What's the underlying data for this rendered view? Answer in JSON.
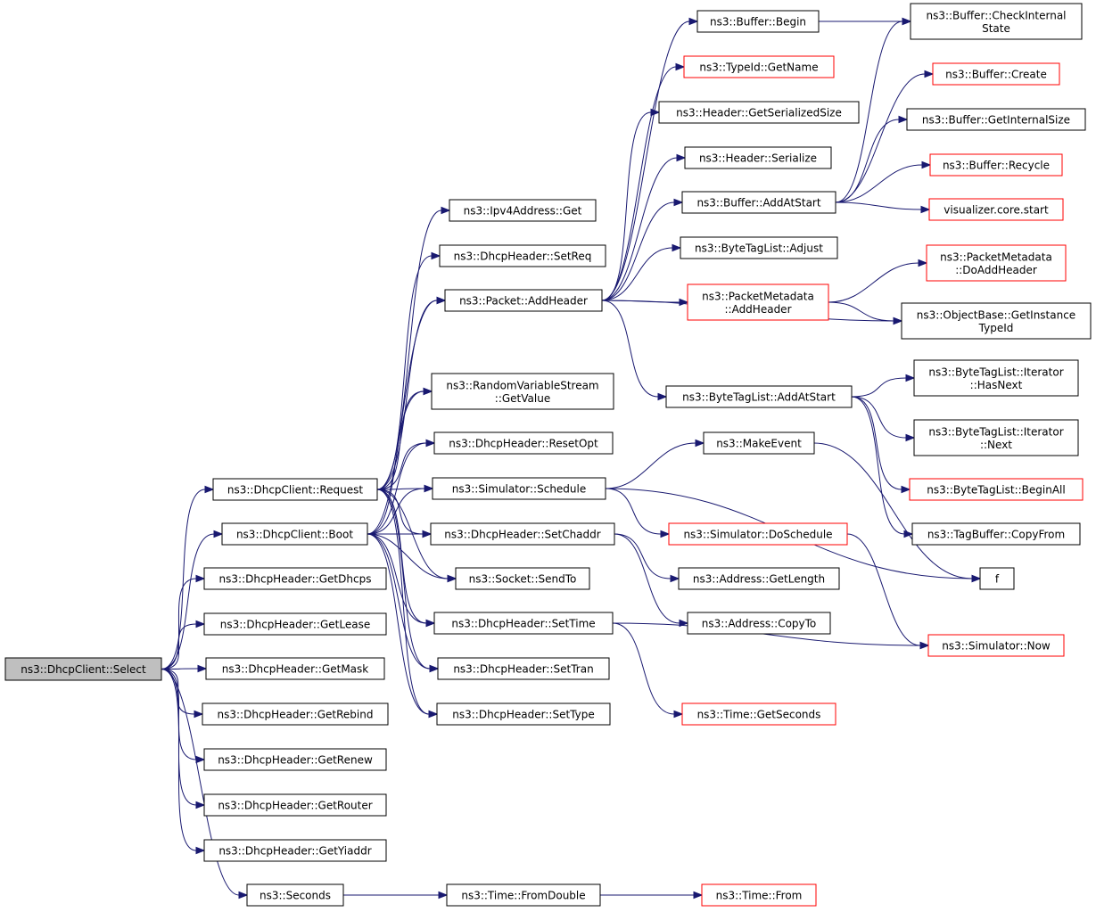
{
  "colors": {
    "edge": "#191970",
    "node_border": "#000000",
    "node_border_undocumented": "#ff0000",
    "root_fill": "#bfbfbf",
    "node_fill": "#ffffff"
  },
  "nodes": [
    {
      "id": "select",
      "label": [
        "ns3::DhcpClient::Select"
      ],
      "kind": "root"
    },
    {
      "id": "request",
      "label": [
        "ns3::DhcpClient::Request"
      ],
      "kind": "normal"
    },
    {
      "id": "boot",
      "label": [
        "ns3::DhcpClient::Boot"
      ],
      "kind": "normal"
    },
    {
      "id": "getdhcps",
      "label": [
        "ns3::DhcpHeader::GetDhcps"
      ],
      "kind": "normal"
    },
    {
      "id": "getlease",
      "label": [
        "ns3::DhcpHeader::GetLease"
      ],
      "kind": "normal"
    },
    {
      "id": "getmask",
      "label": [
        "ns3::DhcpHeader::GetMask"
      ],
      "kind": "normal"
    },
    {
      "id": "getrebind",
      "label": [
        "ns3::DhcpHeader::GetRebind"
      ],
      "kind": "normal"
    },
    {
      "id": "getrenew",
      "label": [
        "ns3::DhcpHeader::GetRenew"
      ],
      "kind": "normal"
    },
    {
      "id": "getrouter",
      "label": [
        "ns3::DhcpHeader::GetRouter"
      ],
      "kind": "normal"
    },
    {
      "id": "getyiaddr",
      "label": [
        "ns3::DhcpHeader::GetYiaddr"
      ],
      "kind": "normal"
    },
    {
      "id": "seconds",
      "label": [
        "ns3::Seconds"
      ],
      "kind": "normal"
    },
    {
      "id": "ipv4get",
      "label": [
        "ns3::Ipv4Address::Get"
      ],
      "kind": "normal"
    },
    {
      "id": "setreq",
      "label": [
        "ns3::DhcpHeader::SetReq"
      ],
      "kind": "normal"
    },
    {
      "id": "addheader",
      "label": [
        "ns3::Packet::AddHeader"
      ],
      "kind": "normal"
    },
    {
      "id": "rvsgetvalue",
      "label": [
        "ns3::RandomVariableStream",
        "::GetValue"
      ],
      "kind": "normal"
    },
    {
      "id": "resetopt",
      "label": [
        "ns3::DhcpHeader::ResetOpt"
      ],
      "kind": "normal"
    },
    {
      "id": "schedule",
      "label": [
        "ns3::Simulator::Schedule"
      ],
      "kind": "normal"
    },
    {
      "id": "setchaddr",
      "label": [
        "ns3::DhcpHeader::SetChaddr"
      ],
      "kind": "normal"
    },
    {
      "id": "sendto",
      "label": [
        "ns3::Socket::SendTo"
      ],
      "kind": "normal"
    },
    {
      "id": "settime",
      "label": [
        "ns3::DhcpHeader::SetTime"
      ],
      "kind": "normal"
    },
    {
      "id": "settran",
      "label": [
        "ns3::DhcpHeader::SetTran"
      ],
      "kind": "normal"
    },
    {
      "id": "settype",
      "label": [
        "ns3::DhcpHeader::SetType"
      ],
      "kind": "normal"
    },
    {
      "id": "fromdouble",
      "label": [
        "ns3::Time::FromDouble"
      ],
      "kind": "normal"
    },
    {
      "id": "bufbegin",
      "label": [
        "ns3::Buffer::Begin"
      ],
      "kind": "normal"
    },
    {
      "id": "typeidgetname",
      "label": [
        "ns3::TypeId::GetName"
      ],
      "kind": "undocumented"
    },
    {
      "id": "hdrgetsersize",
      "label": [
        "ns3::Header::GetSerializedSize"
      ],
      "kind": "normal"
    },
    {
      "id": "hdrserialize",
      "label": [
        "ns3::Header::Serialize"
      ],
      "kind": "normal"
    },
    {
      "id": "bufaddatstart",
      "label": [
        "ns3::Buffer::AddAtStart"
      ],
      "kind": "normal"
    },
    {
      "id": "btladjust",
      "label": [
        "ns3::ByteTagList::Adjust"
      ],
      "kind": "normal"
    },
    {
      "id": "pmaddheader",
      "label": [
        "ns3::PacketMetadata",
        "::AddHeader"
      ],
      "kind": "undocumented"
    },
    {
      "id": "btladdatstart",
      "label": [
        "ns3::ByteTagList::AddAtStart"
      ],
      "kind": "normal"
    },
    {
      "id": "makeevent",
      "label": [
        "ns3::MakeEvent"
      ],
      "kind": "normal"
    },
    {
      "id": "doschedule",
      "label": [
        "ns3::Simulator::DoSchedule"
      ],
      "kind": "undocumented"
    },
    {
      "id": "addrgetlength",
      "label": [
        "ns3::Address::GetLength"
      ],
      "kind": "normal"
    },
    {
      "id": "addrcopyto",
      "label": [
        "ns3::Address::CopyTo"
      ],
      "kind": "normal"
    },
    {
      "id": "timegetseconds",
      "label": [
        "ns3::Time::GetSeconds"
      ],
      "kind": "undocumented"
    },
    {
      "id": "timefrom",
      "label": [
        "ns3::Time::From"
      ],
      "kind": "undocumented"
    },
    {
      "id": "bufcheckstate",
      "label": [
        "ns3::Buffer::CheckInternal",
        "State"
      ],
      "kind": "normal"
    },
    {
      "id": "bufcreate",
      "label": [
        "ns3::Buffer::Create"
      ],
      "kind": "undocumented"
    },
    {
      "id": "bufgetintsize",
      "label": [
        "ns3::Buffer::GetInternalSize"
      ],
      "kind": "normal"
    },
    {
      "id": "bufrecycle",
      "label": [
        "ns3::Buffer::Recycle"
      ],
      "kind": "undocumented"
    },
    {
      "id": "vizstart",
      "label": [
        "visualizer.core.start"
      ],
      "kind": "undocumented"
    },
    {
      "id": "pmdoaddheader",
      "label": [
        "ns3::PacketMetadata",
        "::DoAddHeader"
      ],
      "kind": "undocumented"
    },
    {
      "id": "objgettypeid",
      "label": [
        "ns3::ObjectBase::GetInstance",
        "TypeId"
      ],
      "kind": "normal"
    },
    {
      "id": "btlithasnext",
      "label": [
        "ns3::ByteTagList::Iterator",
        "::HasNext"
      ],
      "kind": "normal"
    },
    {
      "id": "btlitnext",
      "label": [
        "ns3::ByteTagList::Iterator",
        "::Next"
      ],
      "kind": "normal"
    },
    {
      "id": "btlbeginall",
      "label": [
        "ns3::ByteTagList::BeginAll"
      ],
      "kind": "undocumented"
    },
    {
      "id": "tagbufcopyfrom",
      "label": [
        "ns3::TagBuffer::CopyFrom"
      ],
      "kind": "normal"
    },
    {
      "id": "f",
      "label": [
        "f"
      ],
      "kind": "normal"
    },
    {
      "id": "simnow",
      "label": [
        "ns3::Simulator::Now"
      ],
      "kind": "undocumented"
    }
  ],
  "edges": [
    [
      "select",
      "request"
    ],
    [
      "select",
      "boot"
    ],
    [
      "select",
      "getdhcps"
    ],
    [
      "select",
      "getlease"
    ],
    [
      "select",
      "getmask"
    ],
    [
      "select",
      "getrebind"
    ],
    [
      "select",
      "getrenew"
    ],
    [
      "select",
      "getrouter"
    ],
    [
      "select",
      "getyiaddr"
    ],
    [
      "select",
      "seconds"
    ],
    [
      "request",
      "ipv4get"
    ],
    [
      "request",
      "setreq"
    ],
    [
      "request",
      "addheader"
    ],
    [
      "request",
      "rvsgetvalue"
    ],
    [
      "request",
      "resetopt"
    ],
    [
      "request",
      "schedule"
    ],
    [
      "request",
      "setchaddr"
    ],
    [
      "request",
      "sendto"
    ],
    [
      "request",
      "settime"
    ],
    [
      "request",
      "settran"
    ],
    [
      "request",
      "settype"
    ],
    [
      "boot",
      "addheader"
    ],
    [
      "boot",
      "rvsgetvalue"
    ],
    [
      "boot",
      "resetopt"
    ],
    [
      "boot",
      "schedule"
    ],
    [
      "boot",
      "setchaddr"
    ],
    [
      "boot",
      "sendto"
    ],
    [
      "boot",
      "settime"
    ],
    [
      "boot",
      "settran"
    ],
    [
      "boot",
      "settype"
    ],
    [
      "seconds",
      "fromdouble"
    ],
    [
      "fromdouble",
      "timefrom"
    ],
    [
      "addheader",
      "bufbegin"
    ],
    [
      "addheader",
      "typeidgetname"
    ],
    [
      "addheader",
      "hdrgetsersize"
    ],
    [
      "addheader",
      "hdrserialize"
    ],
    [
      "addheader",
      "bufaddatstart"
    ],
    [
      "addheader",
      "btladjust"
    ],
    [
      "addheader",
      "pmaddheader"
    ],
    [
      "addheader",
      "objgettypeid"
    ],
    [
      "addheader",
      "btladdatstart"
    ],
    [
      "bufbegin",
      "bufcheckstate"
    ],
    [
      "bufaddatstart",
      "bufcheckstate"
    ],
    [
      "bufaddatstart",
      "bufcreate"
    ],
    [
      "bufaddatstart",
      "bufgetintsize"
    ],
    [
      "bufaddatstart",
      "bufrecycle"
    ],
    [
      "bufaddatstart",
      "vizstart"
    ],
    [
      "pmaddheader",
      "pmdoaddheader"
    ],
    [
      "pmaddheader",
      "objgettypeid"
    ],
    [
      "btladdatstart",
      "btlithasnext"
    ],
    [
      "btladdatstart",
      "btlitnext"
    ],
    [
      "btladdatstart",
      "btlbeginall"
    ],
    [
      "btladdatstart",
      "tagbufcopyfrom"
    ],
    [
      "schedule",
      "makeevent"
    ],
    [
      "schedule",
      "doschedule"
    ],
    [
      "schedule",
      "f"
    ],
    [
      "makeevent",
      "f"
    ],
    [
      "doschedule",
      "simnow"
    ],
    [
      "setchaddr",
      "addrgetlength"
    ],
    [
      "setchaddr",
      "addrcopyto"
    ],
    [
      "settime",
      "simnow"
    ],
    [
      "settime",
      "timegetseconds"
    ]
  ]
}
